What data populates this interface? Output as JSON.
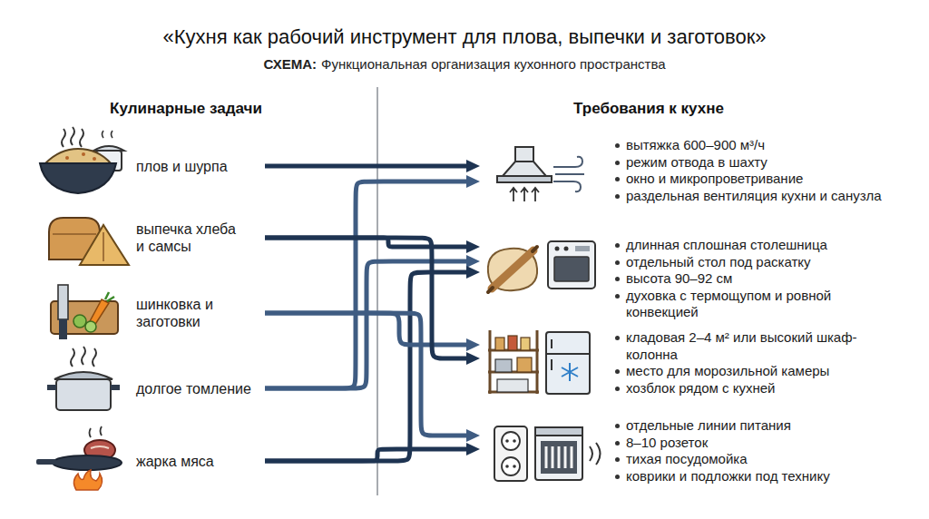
{
  "diagram": {
    "title": "«Кухня как рабочий инструмент для плова, выпечки и заготовок»",
    "nodes": [
      {
        "text": [
          "плов и шурпа"
        ]
      },
      {
        "text": [
          "выпечка хлеба и самсы"
        ]
      },
      {
        "text": [
          "шинковка и заготовки"
        ]
      },
      {
        "text": [
          "долгое томление"
        ]
      },
      {
        "text": [
          "жарка мяса"
        ]
      },
      {
        "text": [
          "вытяжка 600–900 м³/ч",
          "режим отвода в шахту",
          "окно и микропроветривание",
          "раздельная вентиляция кухни и санузла"
        ]
      },
      {
        "text": [
          "длинная сплошная столешница",
          "отдельный стол под раскатку",
          "высота 90–92 см",
          "духовка с термощупом и ровной конвекцией"
        ]
      },
      {
        "text": [
          "кладовая 2–4 м² или высокий шкаф-колонна",
          "место для морозильной камеры",
          "хозблок рядом с кухней"
        ]
      },
      {
        "text": [
          "отдельные линии питания",
          "8–10 розеток",
          "тихая посудомойка",
          "коврики и подложки под технику"
        ]
      }
    ],
    "edges": [
      {
        "from": 0,
        "to": 5,
        "arrow": "to"
      },
      {
        "from": 3,
        "to": 5,
        "arrow": "to"
      },
      {
        "from": 1,
        "to": 6,
        "arrow": "to"
      },
      {
        "from": 3,
        "to": 6,
        "arrow": "to"
      },
      {
        "from": 4,
        "to": 6,
        "arrow": "to"
      },
      {
        "from": 2,
        "to": 7,
        "arrow": "to"
      },
      {
        "from": 1,
        "to": 7,
        "arrow": "to"
      },
      {
        "from": 2,
        "to": 8,
        "arrow": "to"
      },
      {
        "from": 4,
        "to": 8,
        "arrow": "to"
      }
    ],
    "labels": [
      "СХЕМА:",
      "Функциональная организация кухонного пространства",
      "Кулинарные задачи",
      "Требования к кухне"
    ]
  }
}
